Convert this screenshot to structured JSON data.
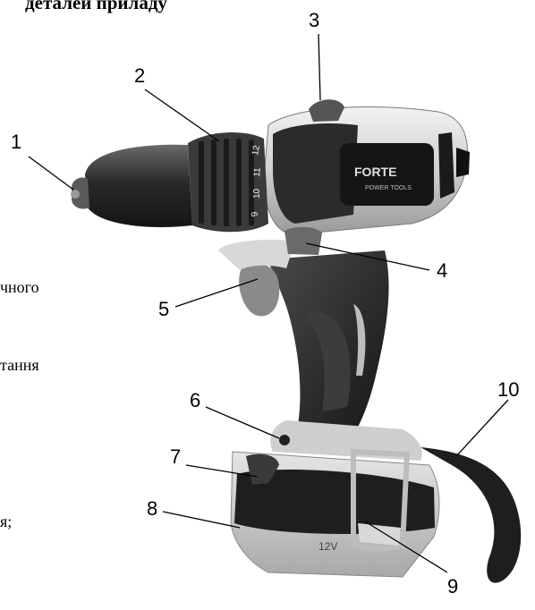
{
  "text_fragments": {
    "heading": "деталей приладу",
    "line_a": "чного",
    "line_b": "тання",
    "line_c": "я;"
  },
  "callouts": [
    "1",
    "2",
    "3",
    "4",
    "5",
    "6",
    "7",
    "8",
    "9",
    "10"
  ],
  "drill_logo": {
    "brand": "FORTE",
    "tagline": "POWER TOOLS"
  },
  "clutch_scale": [
    "12",
    "11",
    "10",
    "9"
  ],
  "battery_label": "12V"
}
